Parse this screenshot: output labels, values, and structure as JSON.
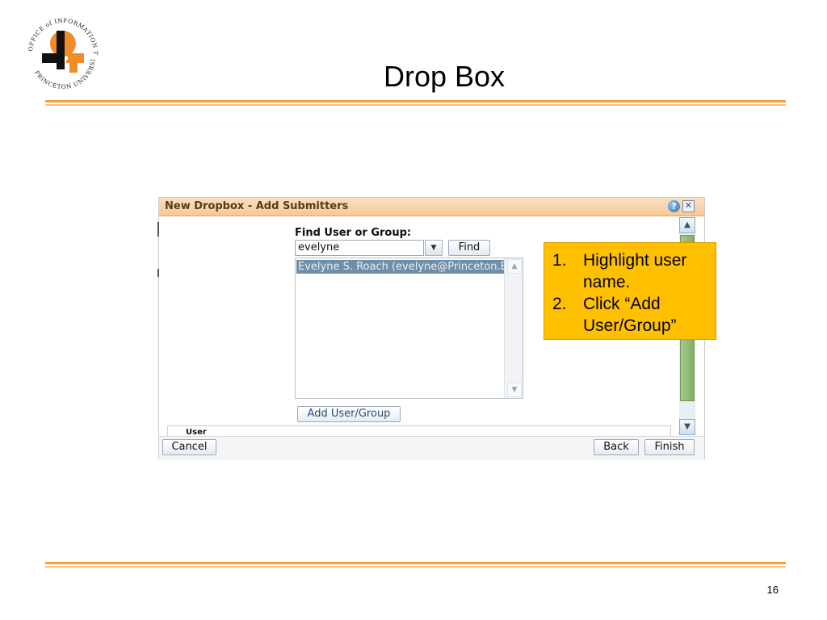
{
  "logo": {
    "ring_text_top": "OFFICE of INFORMATION TECHNOLOGY",
    "ring_text_bottom": "PRINCETON UNIVERSITY",
    "colors": {
      "orange": "#f28c28",
      "black": "#111111"
    }
  },
  "slide": {
    "title": "Drop Box",
    "page_number": "16"
  },
  "dialog": {
    "title": "New Dropbox - Add Submitters",
    "help_icon": "help-icon",
    "close_icon": "close-icon",
    "find_label": "Find User or Group:",
    "search_value": "evelyne",
    "dropdown_glyph": "▼",
    "find_button": "Find",
    "results": [
      "Evelyne S. Roach (evelyne@Princeton.EDU)"
    ],
    "add_button": "Add User/Group",
    "user_section_header": "User",
    "cancel_button": "Cancel",
    "back_button": "Back",
    "finish_button": "Finish"
  },
  "callout": {
    "steps": [
      {
        "num": "1.",
        "text": "Highlight user name."
      },
      {
        "num": "2.",
        "text": "Click “Add User/Group”"
      }
    ],
    "background": "#ffc000"
  },
  "colors": {
    "accent_rule": "#f0a23c",
    "title_bar": "#f6c898",
    "selection": "#6f8fa8",
    "scroll_thumb": "#7fae63"
  }
}
